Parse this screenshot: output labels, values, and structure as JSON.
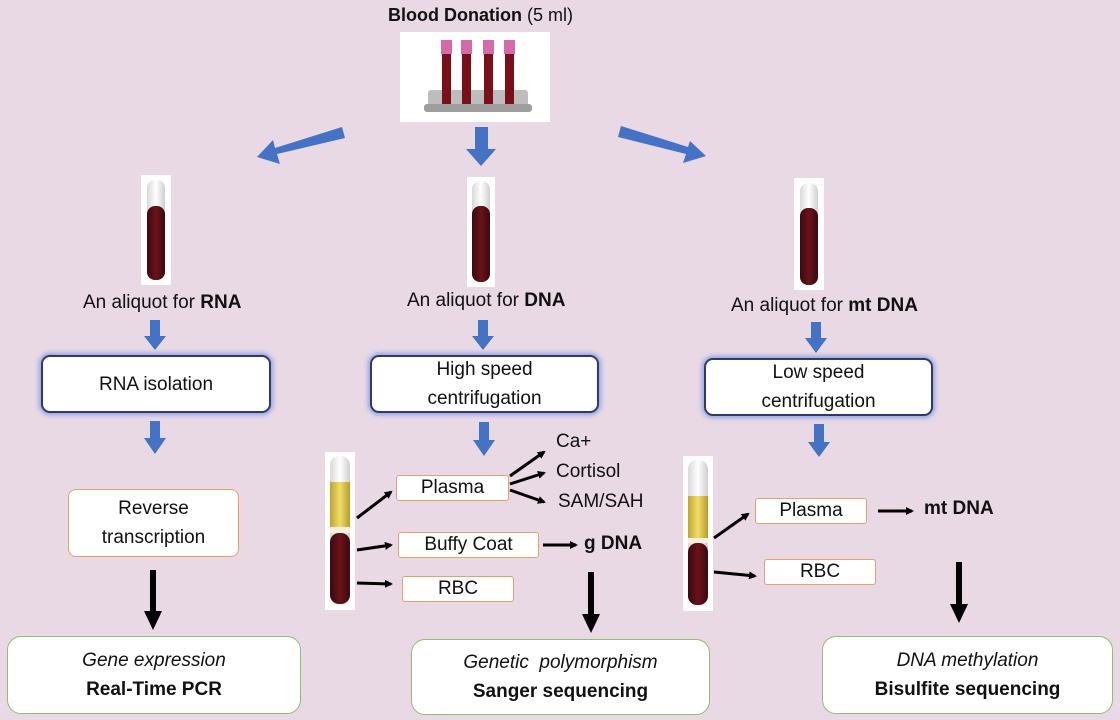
{
  "header": {
    "title_bold": "Blood Donation",
    "title_rest": " (5 ml)"
  },
  "aliquots": {
    "rna": {
      "prefix": "An aliquot for ",
      "bold": "RNA"
    },
    "dna": {
      "prefix": "An aliquot for ",
      "bold": "DNA"
    },
    "mtdna": {
      "prefix": "An aliquot for ",
      "bold": "mt DNA"
    }
  },
  "steps": {
    "rna_isolation": "RNA isolation",
    "high_speed": [
      "High speed",
      "centrifugation"
    ],
    "low_speed": [
      "Low speed",
      "centrifugation"
    ],
    "reverse_transcription": [
      "Reverse",
      "transcription"
    ]
  },
  "fractions_middle": {
    "plasma": "Plasma",
    "buffy_coat": "Buffy Coat",
    "rbc": "RBC",
    "plasma_outputs": [
      "Ca+",
      "Cortisol",
      "SAM/SAH"
    ],
    "buffy_output": "g DNA"
  },
  "fractions_right": {
    "plasma": "Plasma",
    "rbc": "RBC",
    "plasma_output": "mt DNA"
  },
  "outcomes": {
    "left": {
      "italic": "Gene expression",
      "bold": "Real-Time PCR"
    },
    "middle": {
      "italic": "Genetic  polymorphism",
      "bold": "Sanger sequencing"
    },
    "right": {
      "italic": "DNA methylation",
      "bold": "Bisulfite sequencing"
    }
  },
  "colors": {
    "background": "#e8d9e4",
    "blue_arrow": "#4472c4",
    "process_border": "#2f3a6a",
    "orange_border": "#e8a06a",
    "green_border": "#8cc06e"
  }
}
